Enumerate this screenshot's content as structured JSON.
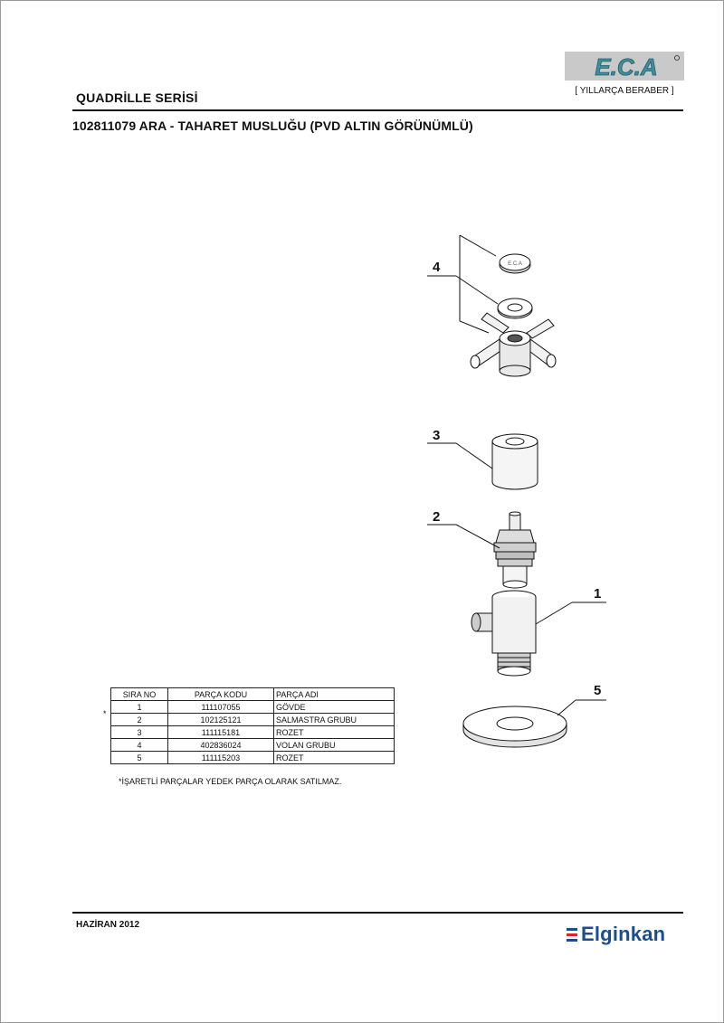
{
  "header": {
    "series": "QUADRİLLE SERİSİ",
    "product_title": "102811079 ARA - TAHARET MUSLUĞU (PVD ALTIN GÖRÜNÜMLÜ)",
    "brand_logo_text": "E.C.A",
    "brand_tagline": "[ YILLARÇA BERABER ]"
  },
  "callouts": [
    "4",
    "3",
    "2",
    "1",
    "5"
  ],
  "parts_table": {
    "headers": [
      "SIRA NO",
      "PARÇA KODU",
      "PARÇA ADI"
    ],
    "marker": "*",
    "rows": [
      [
        "1",
        "111107055",
        "GÖVDE"
      ],
      [
        "2",
        "102125121",
        "SALMASTRA GRUBU"
      ],
      [
        "3",
        "111115181",
        "ROZET"
      ],
      [
        "4",
        "402836024",
        "VOLAN GRUBU"
      ],
      [
        "5",
        "111115203",
        "ROZET"
      ]
    ]
  },
  "note": "*İŞARETLİ PARÇALAR YEDEK PARÇA OLARAK SATILMAZ.",
  "footer": {
    "date": "HAZİRAN 2012",
    "company": "Elginkan",
    "company_mark_colors": [
      "#1b4e8f",
      "#d9232d",
      "#1b4e8f"
    ]
  },
  "colors": {
    "logo_bg": "#c9c9c9",
    "logo_text": "#3f8f9e"
  }
}
